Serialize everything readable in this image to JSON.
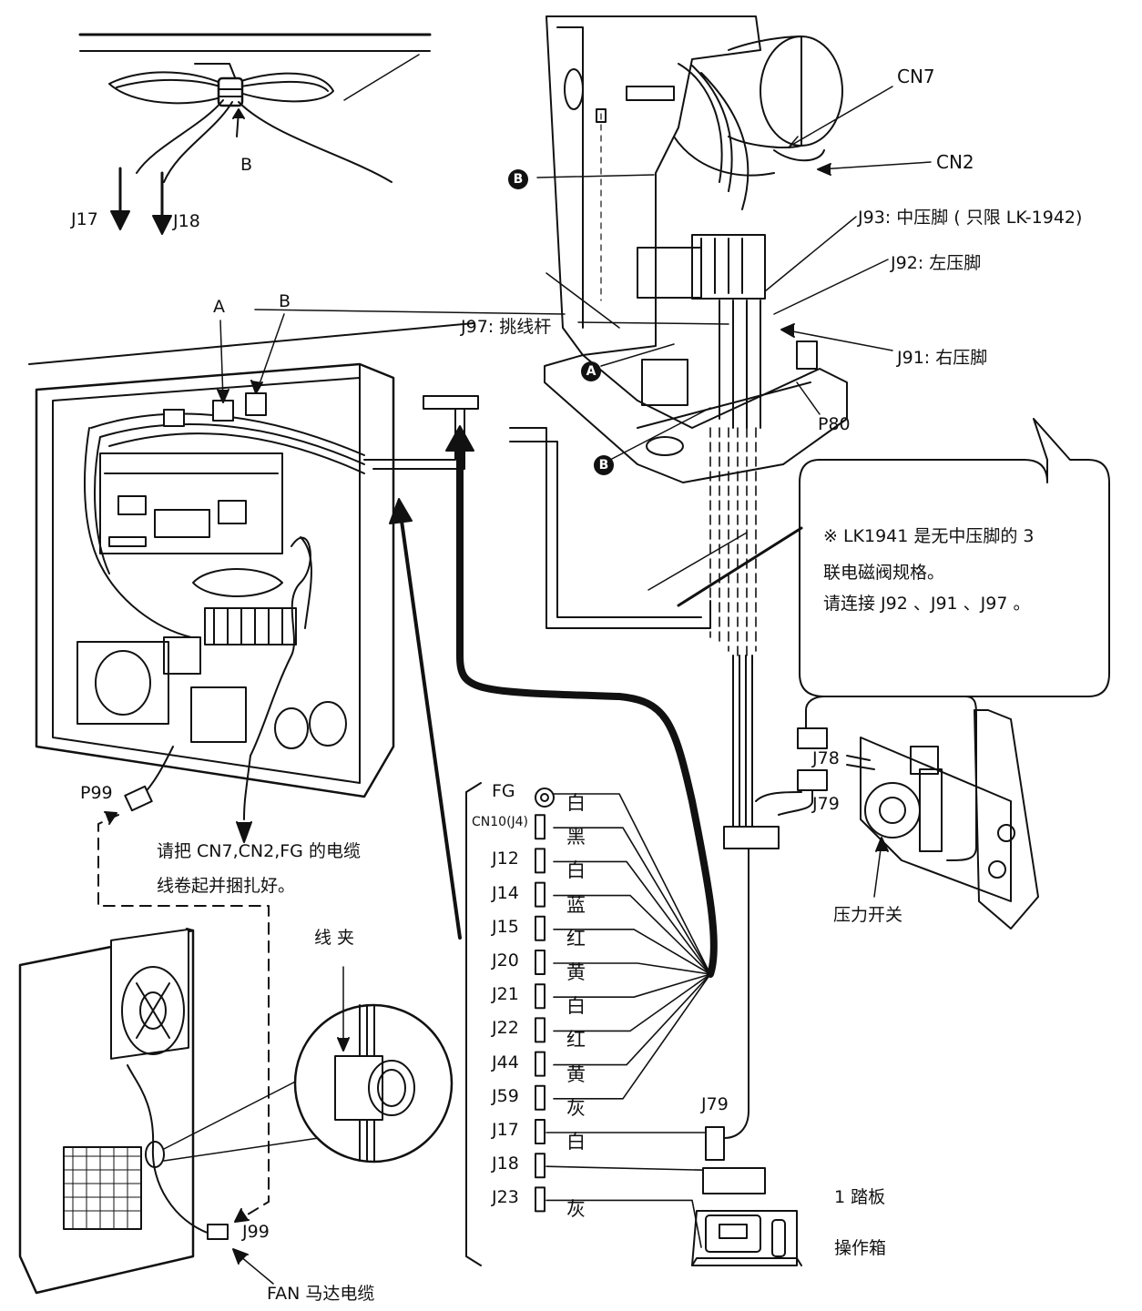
{
  "top_detail": {
    "clamp_label": "B",
    "j17": "J17",
    "j18": "J18"
  },
  "head": {
    "cn7": "CN7",
    "cn2": "CN2",
    "j93": "J93:  中压脚 ( 只限 LK-1942)",
    "j92": "J92:  左压脚",
    "j97": "J97:  挑线杆",
    "j91": "J91:  右压脚",
    "p80": "P80",
    "bullet_b": "B",
    "bullet_a": "A"
  },
  "note": {
    "line1": "※  LK1941  是无中压脚的 3",
    "line2": "联电磁阀规格。",
    "line3": " 请连接 J92 、J91 、J97 。"
  },
  "box": {
    "label_a": "A",
    "label_b": "B",
    "p99": "P99",
    "instruction_line1": "请把 CN7,CN2,FG  的电缆",
    "instruction_line2": "线卷起并捆扎好。"
  },
  "fan_panel": {
    "clip_label": "线  夹",
    "j99": "J99",
    "fan_cable": "FAN  马达电缆"
  },
  "air_unit": {
    "j78": "J78",
    "j79": "J79",
    "pressure_switch": "压力开关"
  },
  "connectors": [
    {
      "name": "FG",
      "color": "白"
    },
    {
      "name": "CN10(J4)",
      "color": "黑"
    },
    {
      "name": "J12",
      "color": "白"
    },
    {
      "name": "J14",
      "color": "蓝"
    },
    {
      "name": "J15",
      "color": "红"
    },
    {
      "name": "J20",
      "color": "黄"
    },
    {
      "name": "J21",
      "color": "白"
    },
    {
      "name": "J22",
      "color": "红"
    },
    {
      "name": "J44",
      "color": "黄"
    },
    {
      "name": "J59",
      "color": "灰"
    },
    {
      "name": "J17",
      "color": "白"
    },
    {
      "name": "J18",
      "color": ""
    },
    {
      "name": "J23",
      "color": "灰"
    }
  ],
  "bottom": {
    "j79": "J79",
    "pedal": "1 踏板",
    "operation_box": "操作箱"
  }
}
